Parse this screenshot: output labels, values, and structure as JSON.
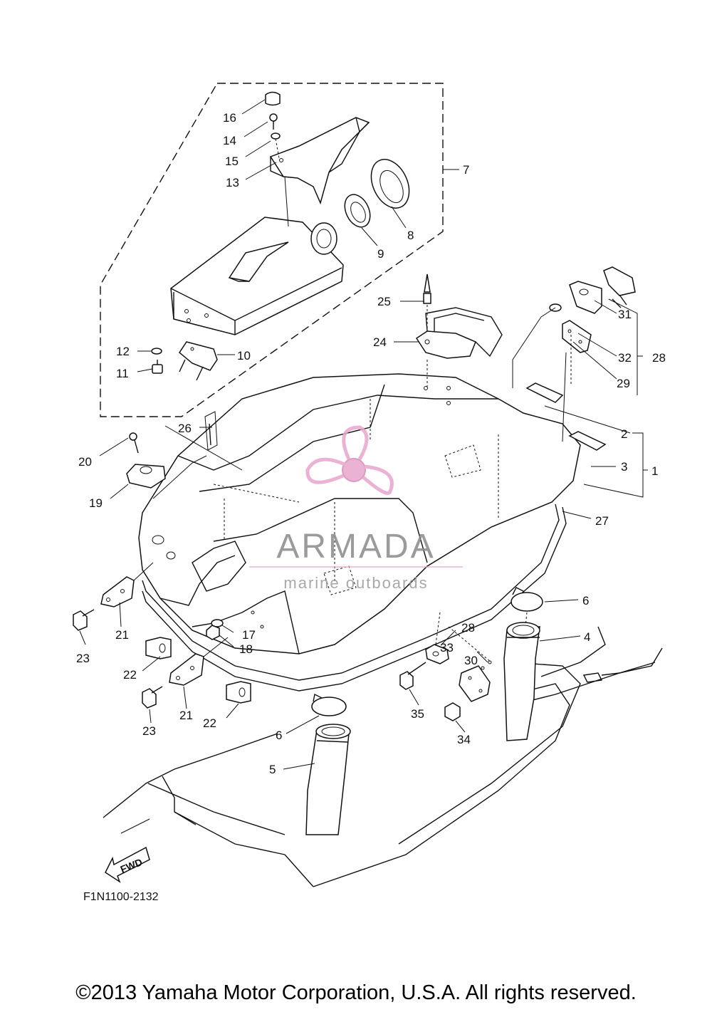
{
  "diagram": {
    "drawing_code": "F1N1100-2132",
    "copyright": "©2013 Yamaha Motor Corporation, U.S.A. All rights reserved.",
    "watermark": {
      "brand": "ARMADA",
      "tagline": "marine outboards",
      "accent_color": "#e7a6cc"
    },
    "direction_arrow": "FWD",
    "callouts": [
      {
        "id": "c16",
        "label": "16"
      },
      {
        "id": "c14",
        "label": "14"
      },
      {
        "id": "c15",
        "label": "15"
      },
      {
        "id": "c13",
        "label": "13"
      },
      {
        "id": "c7",
        "label": "7"
      },
      {
        "id": "c8",
        "label": "8"
      },
      {
        "id": "c9",
        "label": "9"
      },
      {
        "id": "c25",
        "label": "25"
      },
      {
        "id": "c24",
        "label": "24"
      },
      {
        "id": "c31",
        "label": "31"
      },
      {
        "id": "c32",
        "label": "32"
      },
      {
        "id": "c28a",
        "label": "28"
      },
      {
        "id": "c29",
        "label": "29"
      },
      {
        "id": "c12",
        "label": "12"
      },
      {
        "id": "c10",
        "label": "10"
      },
      {
        "id": "c11",
        "label": "11"
      },
      {
        "id": "c26",
        "label": "26"
      },
      {
        "id": "c2",
        "label": "2"
      },
      {
        "id": "c3",
        "label": "3"
      },
      {
        "id": "c1",
        "label": "1"
      },
      {
        "id": "c20",
        "label": "20"
      },
      {
        "id": "c19",
        "label": "19"
      },
      {
        "id": "c27",
        "label": "27"
      },
      {
        "id": "c6a",
        "label": "6"
      },
      {
        "id": "c4",
        "label": "4"
      },
      {
        "id": "c21a",
        "label": "21"
      },
      {
        "id": "c23a",
        "label": "23"
      },
      {
        "id": "c17",
        "label": "17"
      },
      {
        "id": "c18",
        "label": "18"
      },
      {
        "id": "c28b",
        "label": "28"
      },
      {
        "id": "c33",
        "label": "33"
      },
      {
        "id": "c30",
        "label": "30"
      },
      {
        "id": "c22a",
        "label": "22"
      },
      {
        "id": "c21b",
        "label": "21"
      },
      {
        "id": "c22b",
        "label": "22"
      },
      {
        "id": "c23b",
        "label": "23"
      },
      {
        "id": "c35",
        "label": "35"
      },
      {
        "id": "c34",
        "label": "34"
      },
      {
        "id": "c6b",
        "label": "6"
      },
      {
        "id": "c5",
        "label": "5"
      }
    ]
  }
}
